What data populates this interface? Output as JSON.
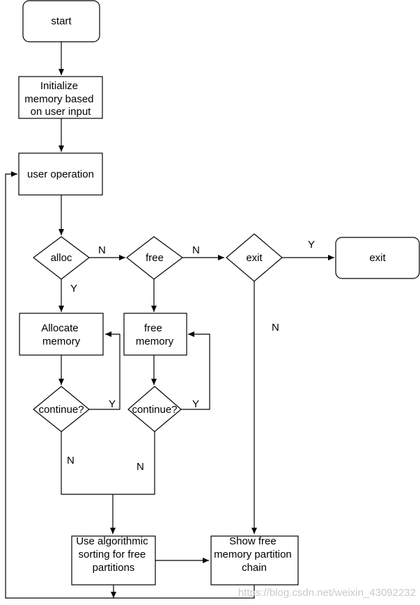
{
  "nodes": {
    "start": "start",
    "init": [
      "Initialize",
      "memory based",
      "on user input"
    ],
    "user_op": "user operation",
    "alloc": "alloc",
    "free": "free",
    "exit_dec": "exit",
    "exit_end": "exit",
    "allocate": [
      "Allocate",
      "memory"
    ],
    "free_mem": [
      "free",
      "memory"
    ],
    "continue_a": "continue?",
    "continue_f": "continue?",
    "sort": [
      "Use algorithmic",
      "sorting for free",
      "partitions"
    ],
    "show": [
      "Show free",
      "memory partition",
      "chain"
    ]
  },
  "edge_labels": {
    "alloc_free_n": "N",
    "free_exit_n": "N",
    "exit_y": "Y",
    "alloc_y": "Y",
    "exit_n": "N",
    "cont_a_y": "Y",
    "cont_f_y": "Y",
    "cont_a_n": "N",
    "cont_f_n": "N"
  },
  "watermark": "https://blog.csdn.net/weixin_43092232"
}
